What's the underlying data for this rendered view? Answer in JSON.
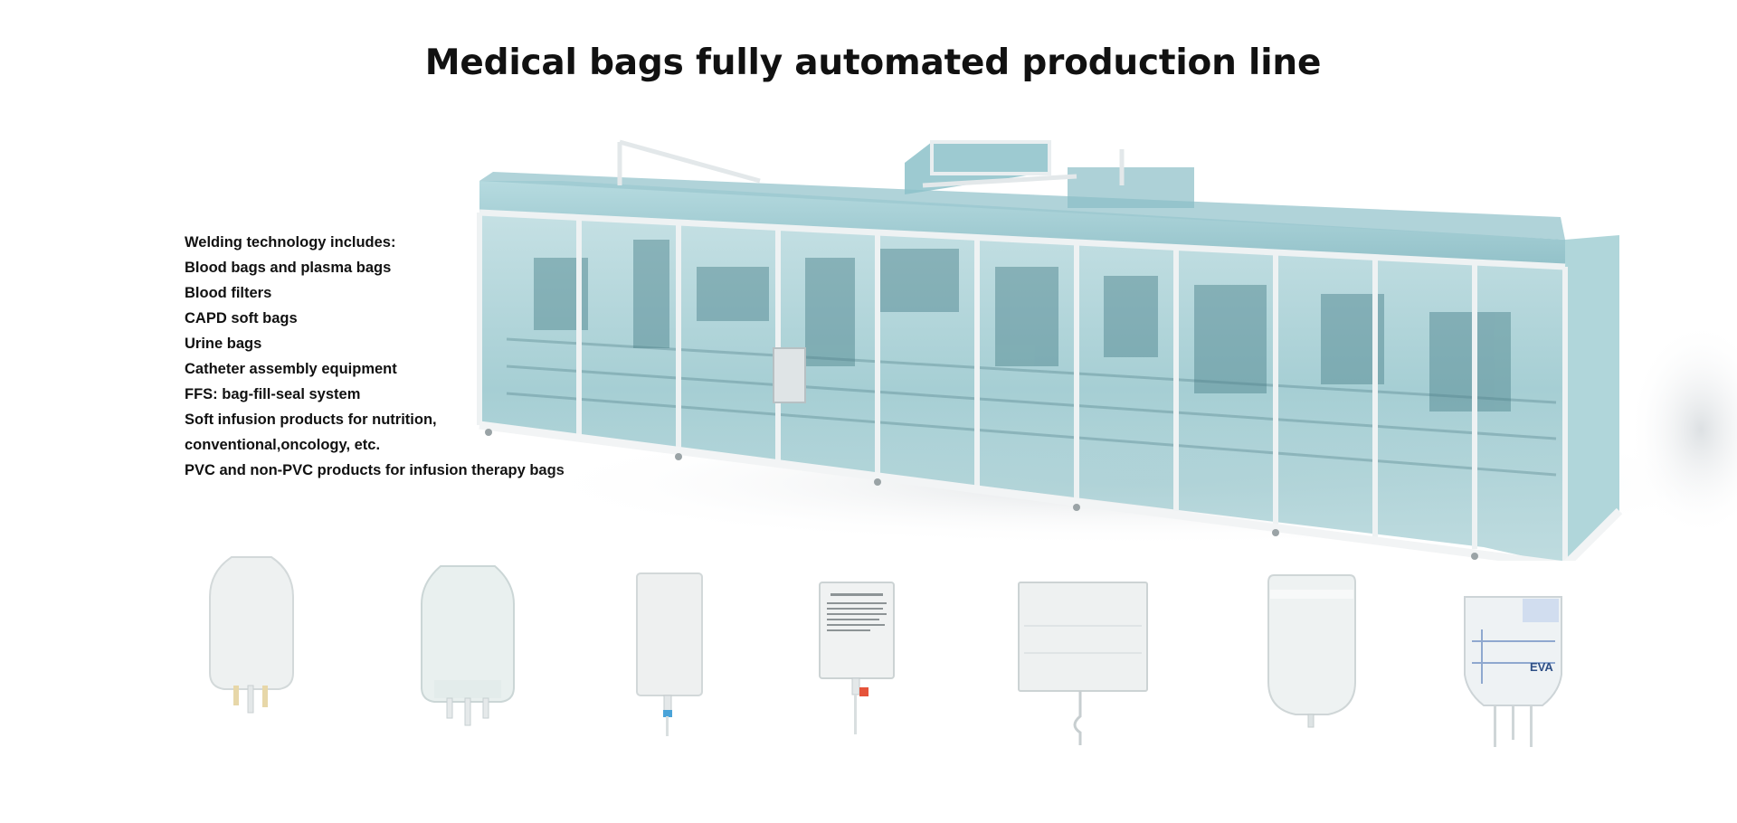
{
  "page": {
    "title": "Medical bags fully automated production line"
  },
  "welding_technology": {
    "items": [
      "Welding technology includes:",
      "Blood bags and plasma bags",
      "Blood filters",
      "CAPD soft bags",
      "Urine bags",
      "Catheter assembly equipment",
      "FFS: bag-fill-seal system",
      "Soft infusion products for nutrition,",
      "conventional,oncology, etc.",
      "PVC and non-PVC products for infusion therapy bags"
    ]
  },
  "products": {
    "eva_label": "EVA"
  },
  "colors": {
    "glass": "#8fc3cc",
    "glass_dark": "#4f8f9a",
    "frame": "#e9eef0",
    "bag": "#eef2f2"
  }
}
